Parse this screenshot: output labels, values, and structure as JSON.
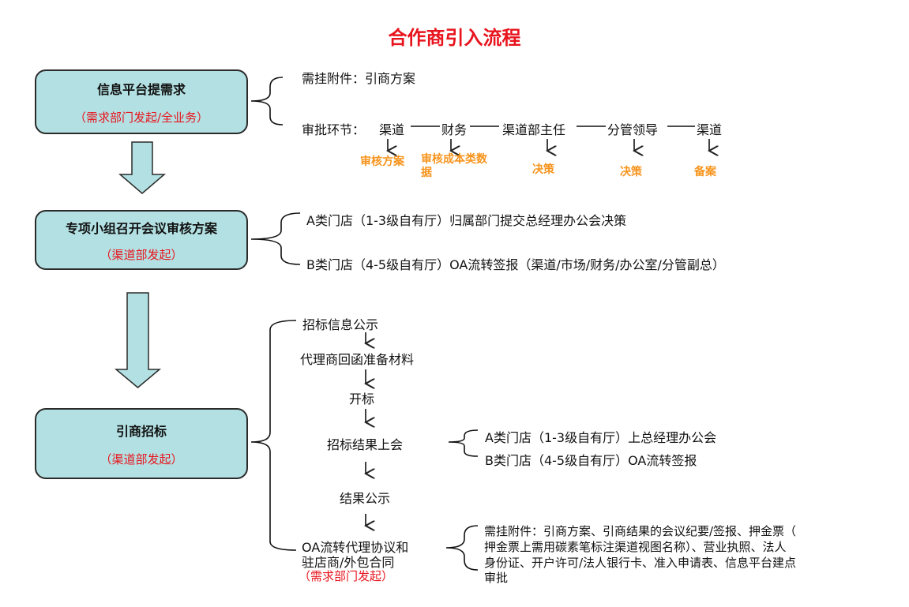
{
  "title": "合作商引入流程",
  "colors": {
    "accent": "#e8141d",
    "box_fill": "#b3e1e3",
    "highlight": "#f7941d"
  },
  "step1": {
    "label": "信息平台提需求",
    "sub": "（需求部门发起/全业务）",
    "attachment": "需挂附件：引商方案",
    "approval_prefix": "审批环节：",
    "chain": [
      "渠道",
      "财务",
      "渠道部主任",
      "分管领导",
      "渠道"
    ],
    "chain_notes": [
      "审核方案",
      "审核成本类数据",
      "决策",
      "决策",
      "备案"
    ]
  },
  "step2": {
    "label": "专项小组召开会议审核方案",
    "sub": "（渠道部发起）",
    "branch_a": "A类门店（1-3级自有厅）归属部门提交总经理办公会决策",
    "branch_b": "B类门店（4-5级自有厅）OA流转签报（渠道/市场/财务/办公室/分管副总）"
  },
  "step3": {
    "label": "引商招标",
    "sub": "（渠道部发起）",
    "flow": [
      "招标信息公示",
      "代理商回函准备材料",
      "开标",
      "招标结果上会",
      "结果公示"
    ],
    "meeting_a": "A类门店（1-3级自有厅）上总经理办公会",
    "meeting_b": "B类门店（4-5级自有厅）OA流转签报",
    "oa_line1": "OA流转代理协议和",
    "oa_line2": "驻店商/外包合同",
    "oa_sub": "（需求部门发起）",
    "attachments": [
      "需挂附件：引商方案、引商结果的会议纪要/签报、押金票（",
      "押金票上需用碳素笔标注渠道视图名称）、营业执照、法人",
      "身份证、开户许可/法人银行卡、准入申请表、信息平台建点",
      "审批"
    ]
  }
}
